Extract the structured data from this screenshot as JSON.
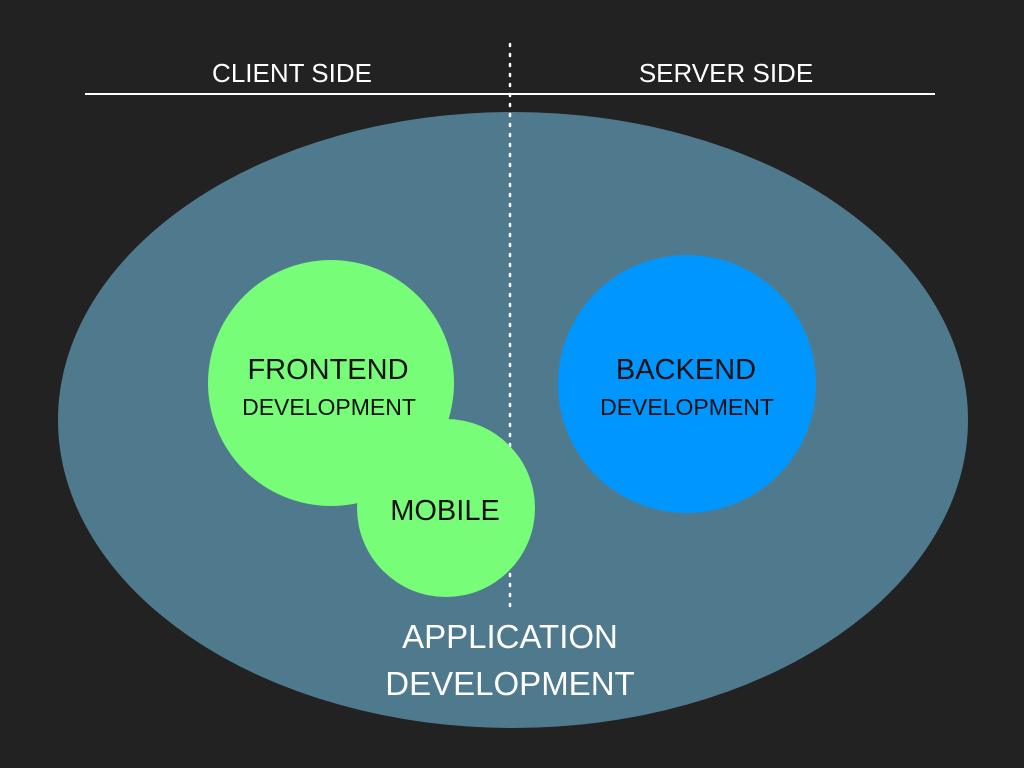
{
  "header": {
    "left_label": "CLIENT SIDE",
    "right_label": "SERVER SIDE"
  },
  "outer_region": {
    "line1": "APPLICATION",
    "line2": "DEVELOPMENT"
  },
  "frontend": {
    "title": "FRONTEND",
    "subtitle": "DEVELOPMENT"
  },
  "mobile": {
    "title": "MOBILE"
  },
  "backend": {
    "title": "BACKEND",
    "subtitle": "DEVELOPMENT"
  },
  "colors": {
    "background": "#222222",
    "ellipse": "#4f7a8e",
    "frontend": "#78fd78",
    "mobile": "#78fd78",
    "backend": "#0096ff",
    "line": "#ffffff"
  }
}
